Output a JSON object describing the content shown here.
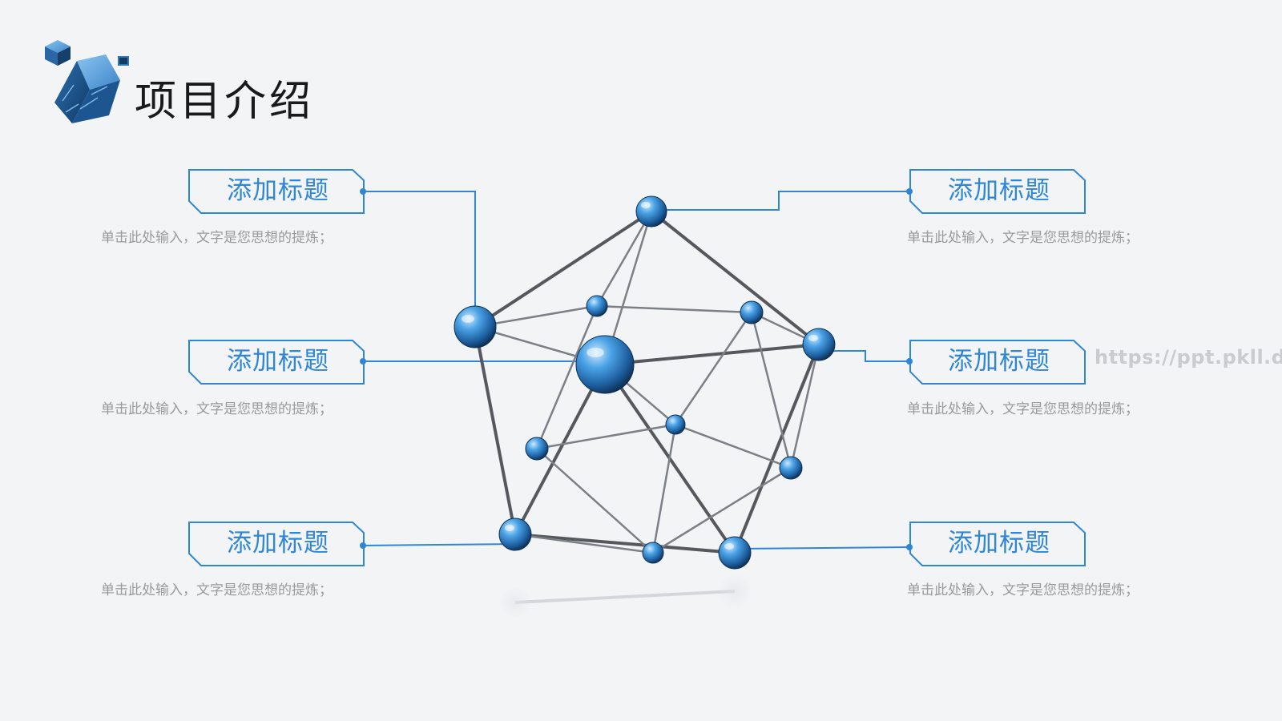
{
  "slide": {
    "title": "项目介绍",
    "watermark": "https://ppt.pkll.de",
    "accent_color": "#2f86d6",
    "icons": [
      "cube-logo-icon",
      "molecule-network-icon"
    ]
  },
  "callouts": [
    {
      "label": "添加标题",
      "desc": "单击此处输入，文字是您思想的提炼；"
    },
    {
      "label": "添加标题",
      "desc": "单击此处输入，文字是您思想的提炼；"
    },
    {
      "label": "添加标题",
      "desc": "单击此处输入，文字是您思想的提炼；"
    },
    {
      "label": "添加标题",
      "desc": "单击此处输入，文字是您思想的提炼；"
    },
    {
      "label": "添加标题",
      "desc": "单击此处输入，文字是您思想的提炼；"
    },
    {
      "label": "添加标题",
      "desc": "单击此处输入，文字是您思想的提炼；"
    }
  ]
}
